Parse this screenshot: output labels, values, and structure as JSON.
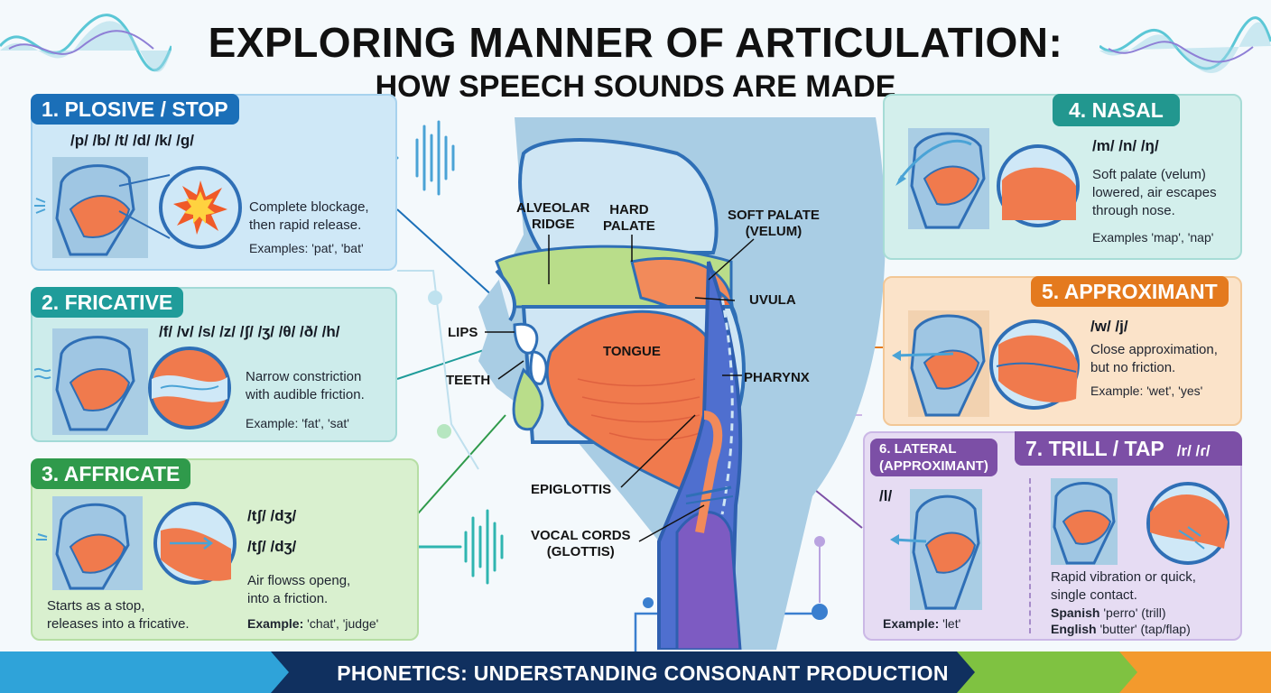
{
  "header": {
    "title_line1": "EXPLORING MANNER OF ARTICULATION:",
    "title_line2": "HOW SPEECH SOUNDS ARE MADE"
  },
  "colors": {
    "plosive": "#1b6fb8",
    "fricative": "#1f9c9a",
    "affricate": "#2f9a4b",
    "nasal": "#22978f",
    "approximant": "#e47a1e",
    "lateral": "#7c4fa6",
    "trill": "#7c4fa6"
  },
  "panels": {
    "plosive": {
      "title": "1. PLOSIVE / STOP",
      "ipa": "/p/ /b/ /t/ /d/ /k/ /g/",
      "desc1": "Complete blockage,",
      "desc2": "then rapid release.",
      "example": "Examples: 'pat', 'bat'",
      "icon": "explosion-icon"
    },
    "fricative": {
      "title": "2. FRICATIVE",
      "ipa": "/f/ /v/ /s/ /z/ /ʃ/ /ʒ/ /θ/ /ð/ /h/",
      "desc1": "Narrow constriction",
      "desc2": "with audible friction.",
      "example": "Example: 'fat', 'sat'",
      "icon": "airflow-icon"
    },
    "affricate": {
      "title": "3. AFFRICATE",
      "ipa1": "/tʃ/ /dʒ/",
      "ipa2": "/tʃ/ /dʒ/",
      "desc1": "Air flowss openg,",
      "desc2": "into a friction.",
      "left1": "Starts as a stop,",
      "left2": "releases into a fricative.",
      "example_label": "Example:",
      "example_value": " 'chat', 'judge'"
    },
    "nasal": {
      "title": "4. NASAL",
      "ipa": "/m/ /n/ /ŋ/",
      "desc1": "Soft palate (velum)",
      "desc2": "lowered, air escapes",
      "desc3": "through nose.",
      "example": "Examples 'map', 'nap'"
    },
    "approximant": {
      "title": "5. APPROXIMANT",
      "ipa": "/w/ /j/",
      "desc1": "Close approximation,",
      "desc2": "but no friction.",
      "example": "Example: 'wet', 'yes'"
    },
    "lateral": {
      "title1": "6. LATERAL",
      "title2": "(APPROXIMANT)",
      "ipa": "/l/",
      "example_label": "Example:",
      "example_value": " 'let'"
    },
    "trill": {
      "title": "7. TRILL / TAP",
      "ipa": "/r/ /ɾ/",
      "desc1": "Rapid vibration or quick,",
      "desc2": "single contact.",
      "ex1_label": "Spanish",
      "ex1_value": " 'perro' (trill)",
      "ex2_label": "English",
      "ex2_value": " 'butter' (tap/flap)"
    }
  },
  "anatomy": {
    "alveolar_ridge1": "ALVEOLAR",
    "alveolar_ridge2": "RIDGE",
    "hard_palate1": "HARD",
    "hard_palate2": "PALATE",
    "soft_palate1": "SOFT PALATE",
    "soft_palate2": "(VELUM)",
    "uvula": "UVULA",
    "lips": "LIPS",
    "teeth": "TEETH",
    "tongue": "TONGUE",
    "pharynx": "PHARYNX",
    "epiglottis": "EPIGLOTTIS",
    "vocal_cords1": "VOCAL CORDS",
    "vocal_cords2": "(GLOTTIS)"
  },
  "footer": {
    "text": "PHONETICS: UNDERSTANDING CONSONANT PRODUCTION"
  }
}
